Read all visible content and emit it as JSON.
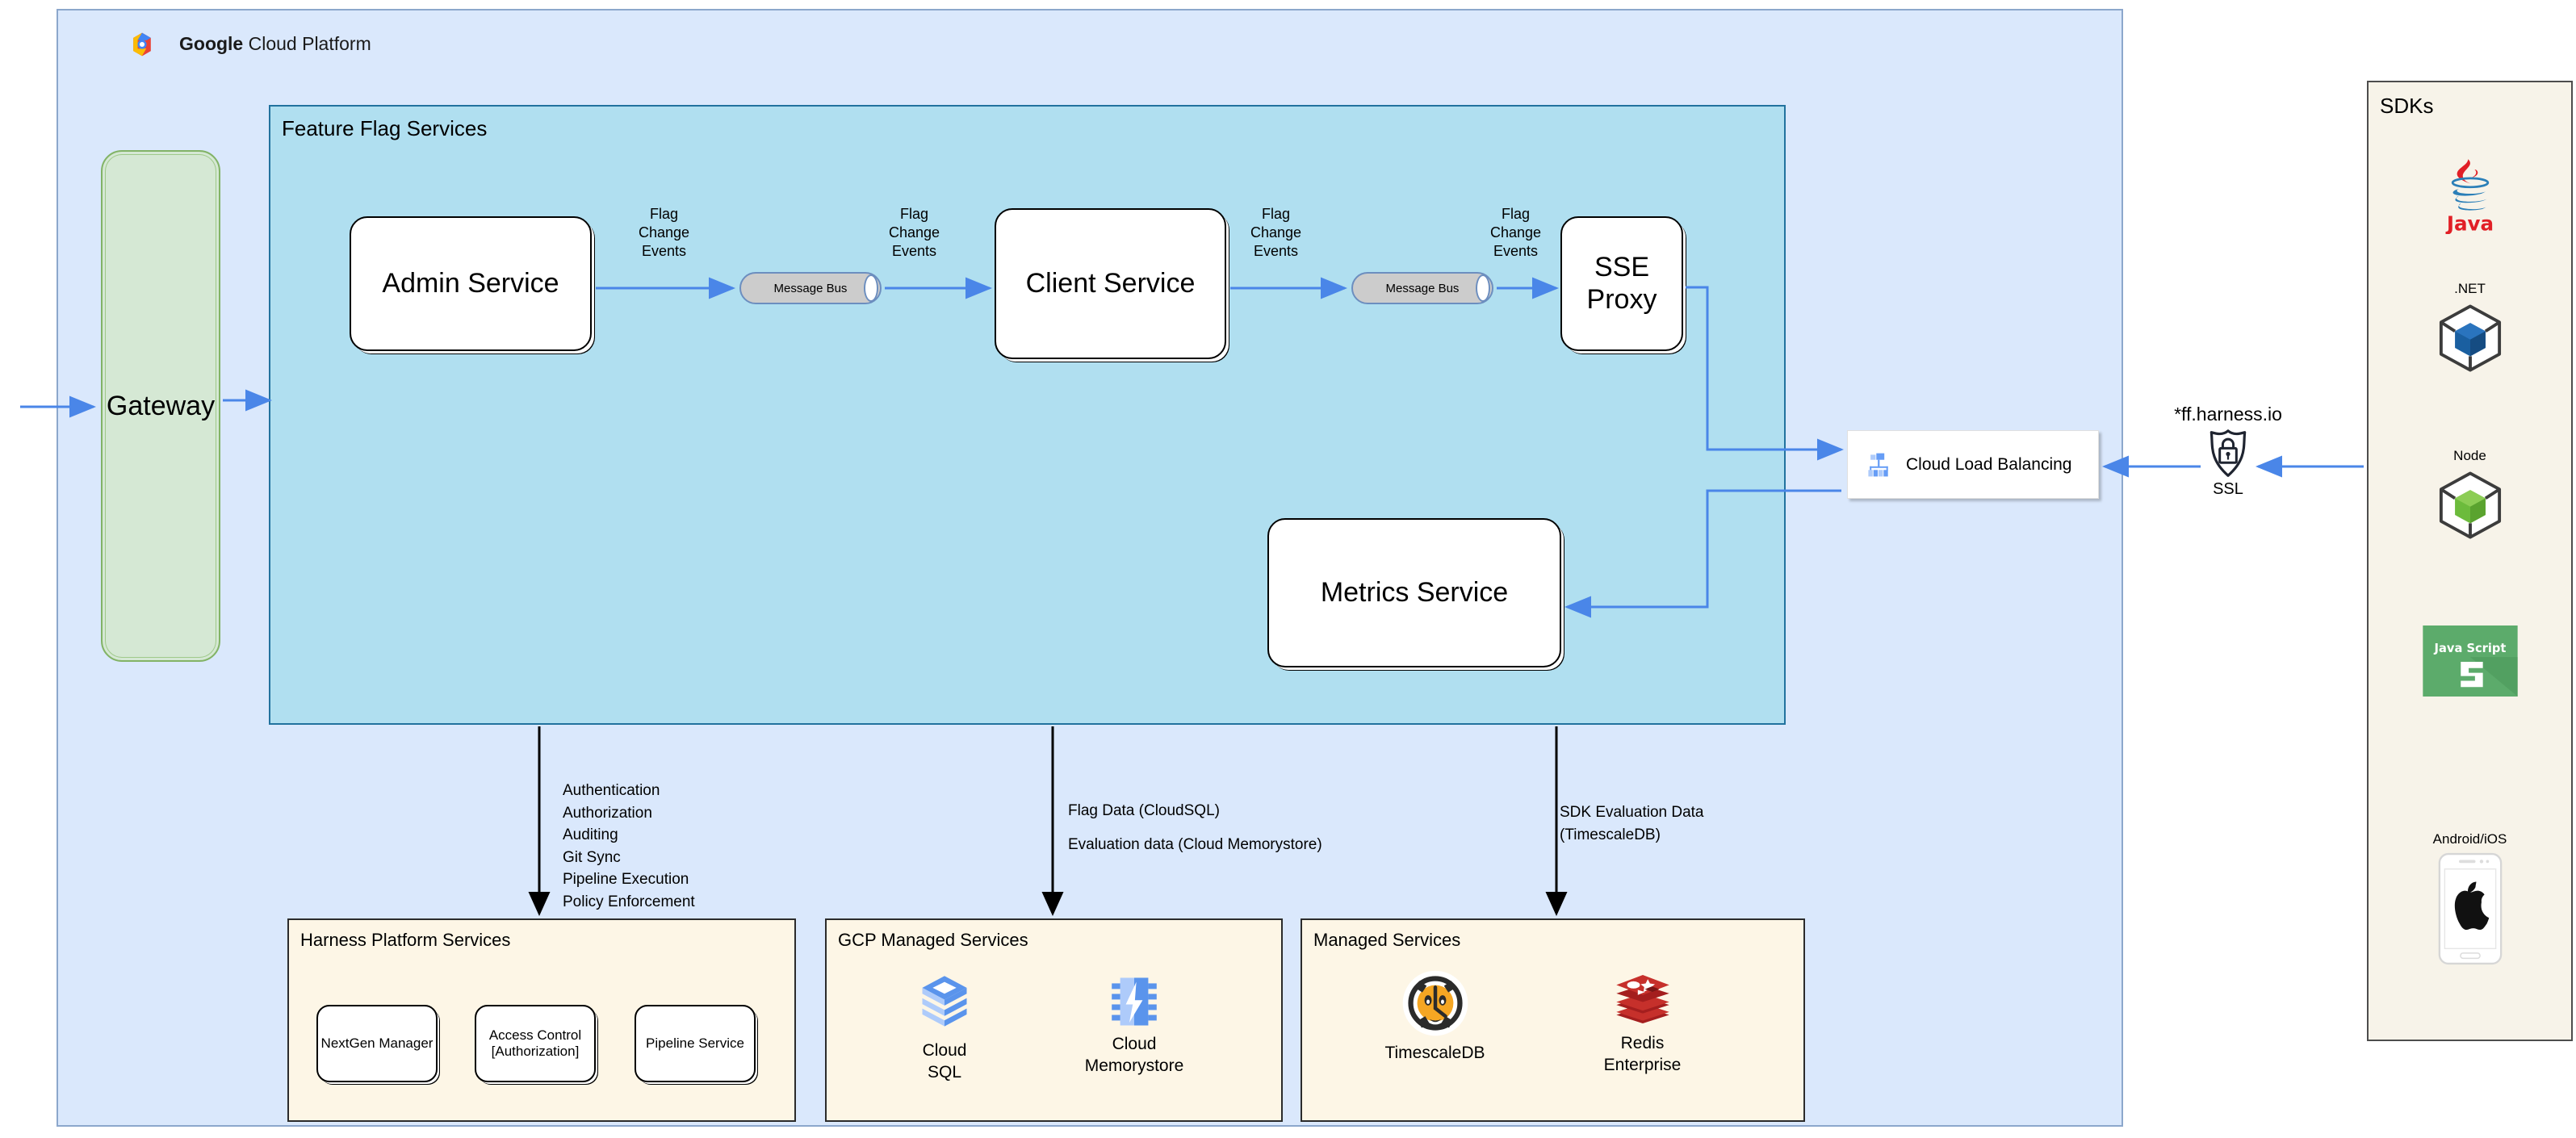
{
  "diagram": {
    "gcp": {
      "title_bold": "Google",
      "title_rest": " Cloud Platform",
      "logo_icon": "google-cloud-logo-icon"
    },
    "gateway": {
      "label": "Gateway"
    },
    "feature_flag_services": {
      "title": "Feature Flag Services",
      "services": [
        {
          "name": "admin-service",
          "label": "Admin Service"
        },
        {
          "name": "client-service",
          "label": "Client Service"
        },
        {
          "name": "sse-proxy",
          "label": "SSE\nProxy"
        },
        {
          "name": "metrics-service",
          "label": "Metrics Service"
        }
      ],
      "message_buses": [
        {
          "label": "Message Bus"
        },
        {
          "label": "Message Bus"
        }
      ],
      "flow_labels": [
        "Flag\nChange\nEvents",
        "Flag\nChange\nEvents",
        "Flag\nChange\nEvents",
        "Flag\nChange\nEvents"
      ]
    },
    "load_balancer": {
      "label": "Cloud Load Balancing",
      "icon": "cloud-load-balancing-icon"
    },
    "ssl": {
      "domain": "*ff.harness.io",
      "caption": "SSL",
      "icon": "ssl-shield-lock-icon"
    },
    "sdks": {
      "title": "SDKs",
      "items": [
        {
          "label": "Java",
          "icon": "java-logo-icon",
          "label_position": "below"
        },
        {
          "label": ".NET",
          "icon": "dotnet-cube-icon",
          "label_position": "above"
        },
        {
          "label": "Node",
          "icon": "node-cube-icon",
          "label_position": "above"
        },
        {
          "label": "JavaScript",
          "icon": "javascript-tile-icon",
          "label_position": "none"
        },
        {
          "label": "Android/iOS",
          "icon": "mobile-apple-icon",
          "label_position": "above"
        }
      ],
      "javascript_tile_text": "Java Script"
    },
    "annotations": {
      "harness_arrow": "Authentication\nAuthorization\nAuditing\nGit Sync\nPipeline Execution\nPolicy Enforcement",
      "gcp_arrow_line1": "Flag Data (CloudSQL)",
      "gcp_arrow_line2": "Evaluation data (Cloud Memorystore)",
      "managed_arrow": "SDK Evaluation Data\n(TimescaleDB)"
    },
    "bottom_panels": [
      {
        "name": "harness-platform-services",
        "title": "Harness Platform Services",
        "items": [
          {
            "label": "NextGen Manager"
          },
          {
            "label": "Access Control\n[Authorization]"
          },
          {
            "label": "Pipeline Service"
          }
        ]
      },
      {
        "name": "gcp-managed-services",
        "title": "GCP Managed Services",
        "items": [
          {
            "label": "Cloud\nSQL",
            "icon": "cloud-sql-icon"
          },
          {
            "label": "Cloud\nMemorystore",
            "icon": "cloud-memorystore-icon"
          }
        ]
      },
      {
        "name": "managed-services",
        "title": "Managed Services",
        "items": [
          {
            "label": "TimescaleDB",
            "icon": "timescaledb-tiger-icon"
          },
          {
            "label": "Redis\nEnterprise",
            "icon": "redis-stack-icon"
          }
        ]
      }
    ],
    "colors": {
      "gcp_panel_bg": "#dae8fc",
      "ffs_panel_bg": "#b0dff0",
      "sdk_panel_bg": "#f7f3e9",
      "bottom_panel_bg": "#fdf6e6",
      "gateway_bg": "#d5e8d4",
      "arrow_blue": "#4a86e8",
      "arrow_black": "#000000"
    }
  }
}
